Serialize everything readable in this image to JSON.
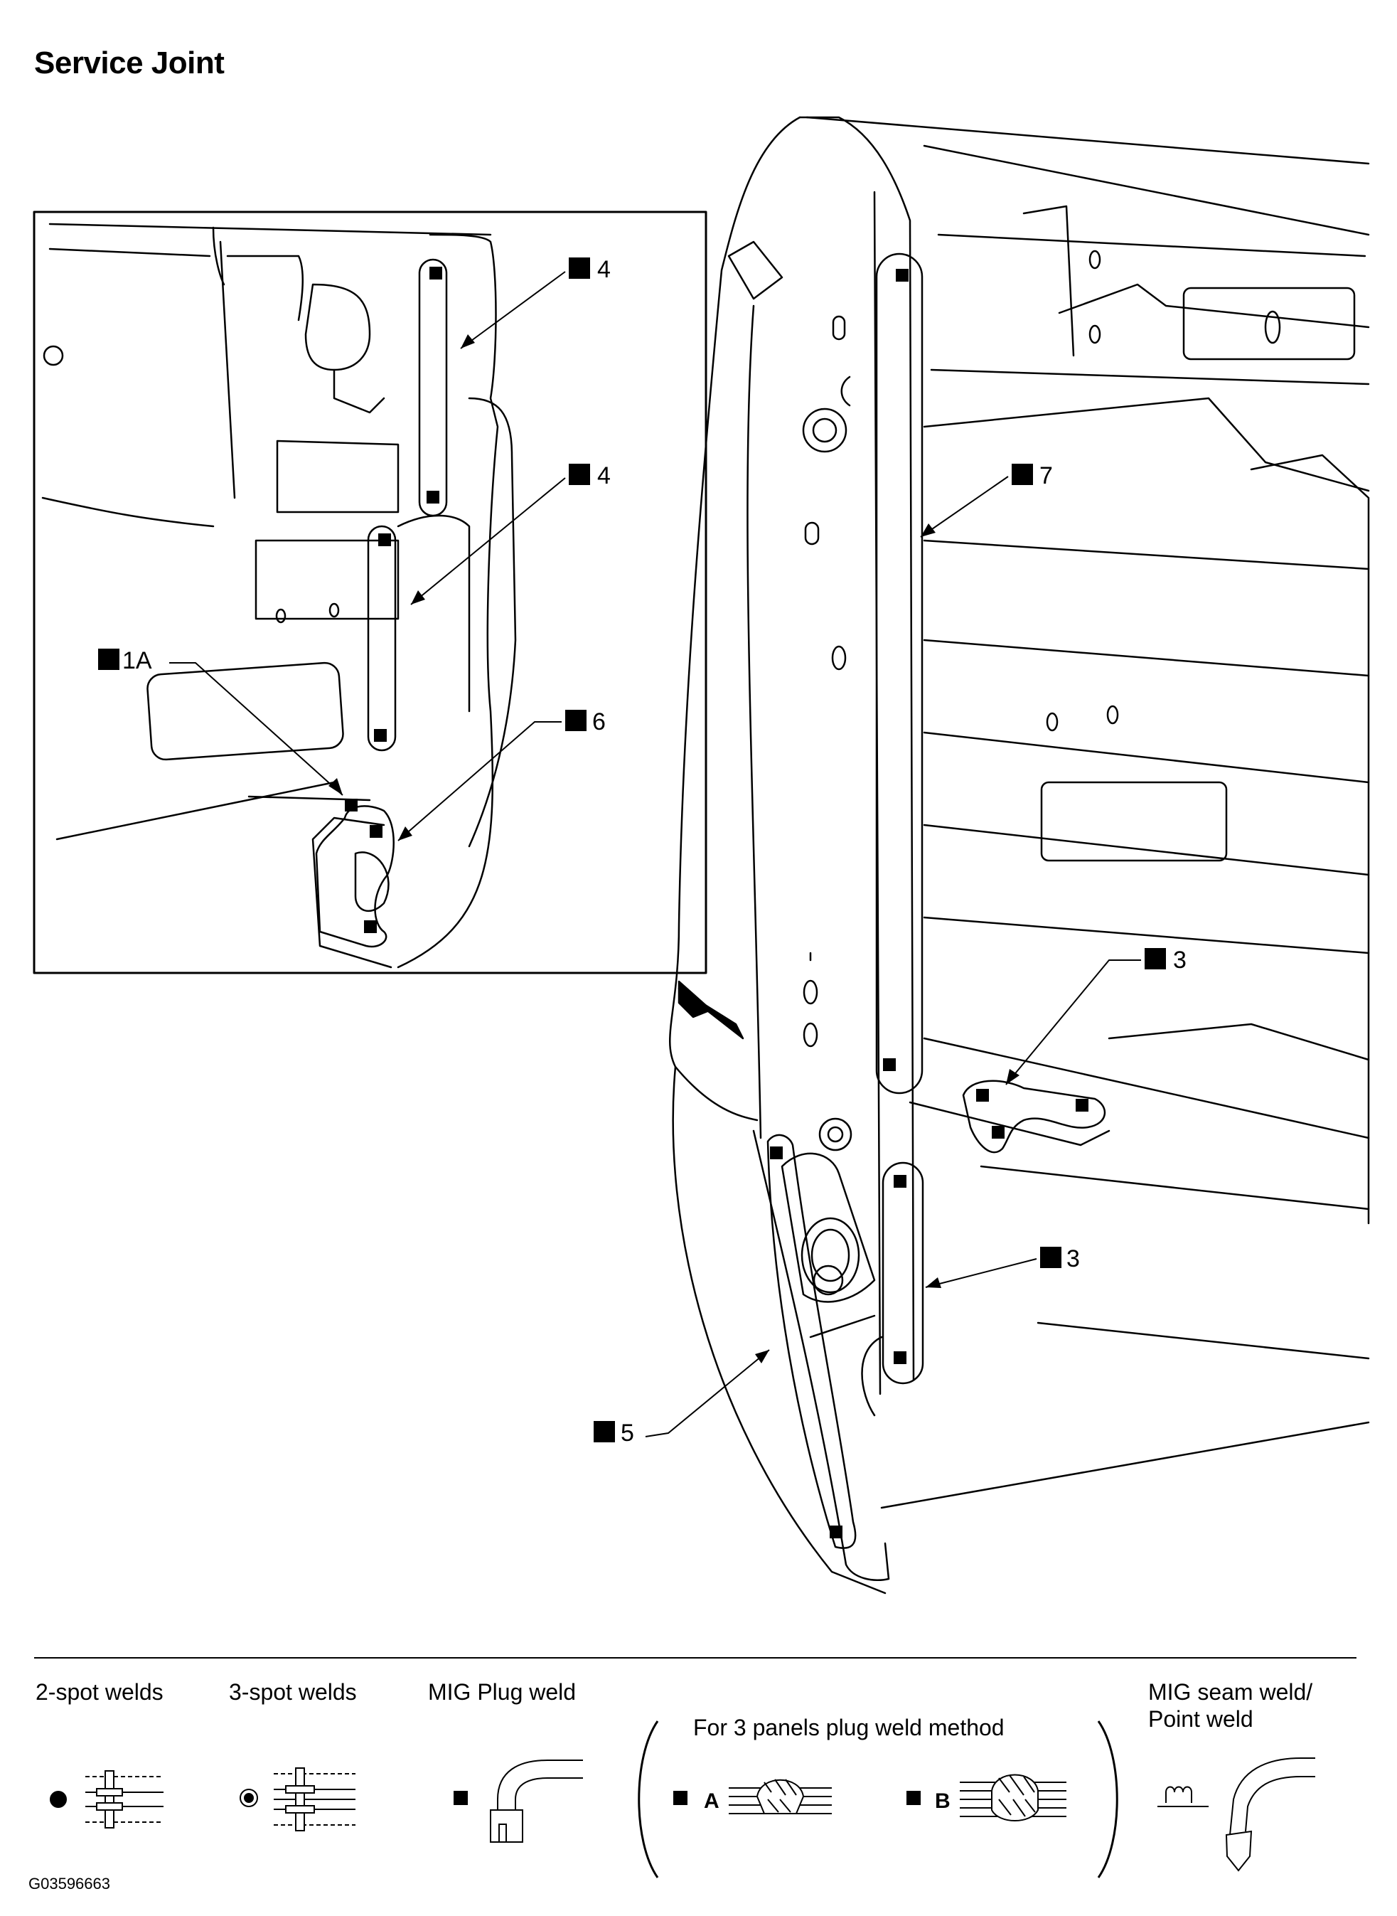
{
  "title": "Service Joint",
  "callouts": {
    "inset_upper_4": "4",
    "inset_lower_4": "4",
    "inset_1a": "1A",
    "inset_6": "6",
    "main_7": "7",
    "main_3_upper": "3",
    "main_3_lower": "3",
    "main_5": "5"
  },
  "legend": {
    "two_spot": "2-spot welds",
    "three_spot": "3-spot welds",
    "mig_plug": "MIG Plug weld",
    "three_panels": "For 3 panels plug weld method",
    "method_a": "A",
    "method_b": "B",
    "mig_seam_line1": "MIG seam weld/",
    "mig_seam_line2": "Point weld"
  },
  "figure_id": "G03596663"
}
